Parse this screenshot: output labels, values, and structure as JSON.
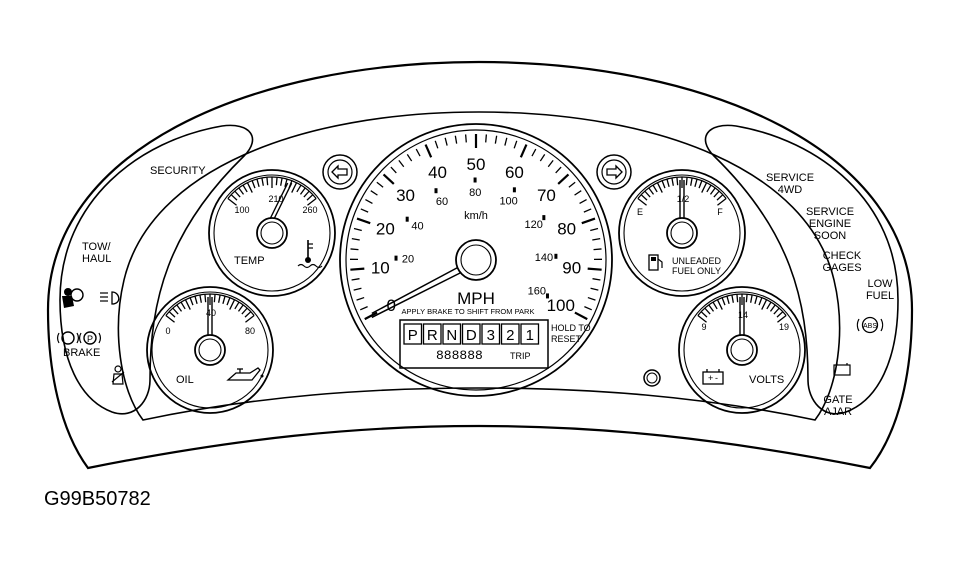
{
  "figure_code": "G99B50782",
  "indicators": {
    "security": "SECURITY",
    "tow_haul": [
      "TOW/",
      "HAUL"
    ],
    "brake": "BRAKE",
    "service_4wd": [
      "SERVICE",
      "4WD"
    ],
    "service_engine_soon": [
      "SERVICE",
      "ENGINE",
      "SOON"
    ],
    "check_gages": [
      "CHECK",
      "GAGES"
    ],
    "low_fuel": [
      "LOW",
      "FUEL"
    ],
    "gate_ajar": [
      "GATE",
      "AJAR"
    ],
    "abs": "ABS"
  },
  "temp_gauge": {
    "label": "TEMP",
    "scale": [
      "100",
      "210",
      "260"
    ],
    "needle_value": 210
  },
  "oil_gauge": {
    "label": "OIL",
    "scale": [
      "0",
      "40",
      "80"
    ],
    "needle_value": 40
  },
  "fuel_gauge": {
    "scale": [
      "E",
      "1/2",
      "F"
    ],
    "note": [
      "UNLEADED",
      "FUEL ONLY"
    ],
    "needle_value": 0.5
  },
  "volt_gauge": {
    "label": "VOLTS",
    "scale": [
      "9",
      "14",
      "19"
    ],
    "needle_value": 14
  },
  "speedometer": {
    "unit": "MPH",
    "mph_ticks": [
      "0",
      "10",
      "20",
      "30",
      "40",
      "50",
      "60",
      "70",
      "80",
      "90",
      "100"
    ],
    "kmh_unit": "km/h",
    "kmh_ticks": [
      "20",
      "40",
      "60",
      "80",
      "100",
      "120",
      "140",
      "160"
    ],
    "needle_mph": 0,
    "notice": "APPLY BRAKE TO SHIFT FROM PARK"
  },
  "prndl": {
    "gears": [
      "P",
      "R",
      "N",
      "D",
      "3",
      "2",
      "1"
    ],
    "hold_note": [
      "HOLD TO",
      "RESET"
    ],
    "odometer": "888888",
    "trip_label": "TRIP"
  }
}
